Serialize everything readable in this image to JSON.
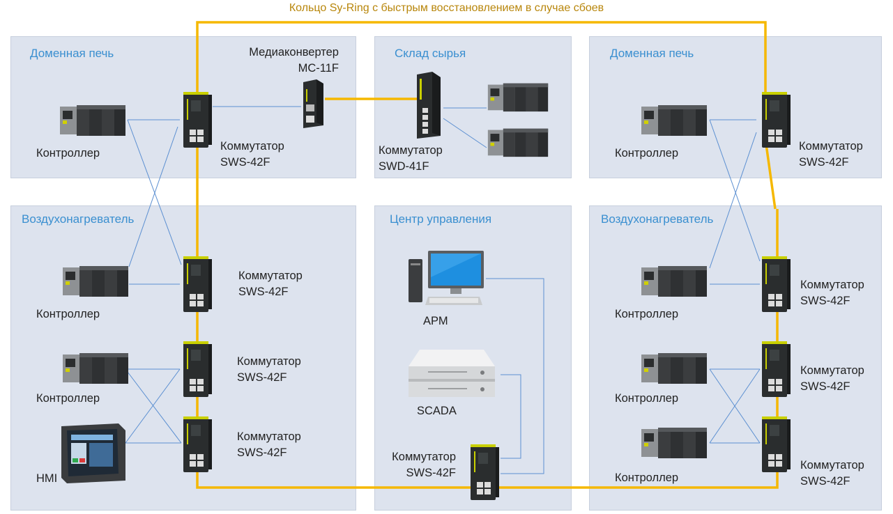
{
  "ring_title": "Кольцо Sy-Ring с быстрым восстановлением в случае сбоев",
  "zones": {
    "furnace_left": "Доменная печь",
    "warehouse": "Склад сырья",
    "furnace_right": "Доменная печь",
    "heater_left": "Воздухонагреватель",
    "control_center": "Центр управления",
    "heater_right": "Воздухонагреватель"
  },
  "labels": {
    "controller": "Контроллер",
    "switch_name": "Коммутатор",
    "sws_model": "SWS-42F",
    "swd_model": "SWD-41F",
    "media_converter": "Медиаконвертер",
    "mc_model": "MC-11F",
    "arm": "АРМ",
    "scada": "SCADA",
    "hmi": "HMI"
  },
  "colors": {
    "ring": "#f5b800",
    "copper_link": "#5b8fd1",
    "zone_bg": "#dde3ee",
    "zone_title": "#3a8fd0"
  }
}
